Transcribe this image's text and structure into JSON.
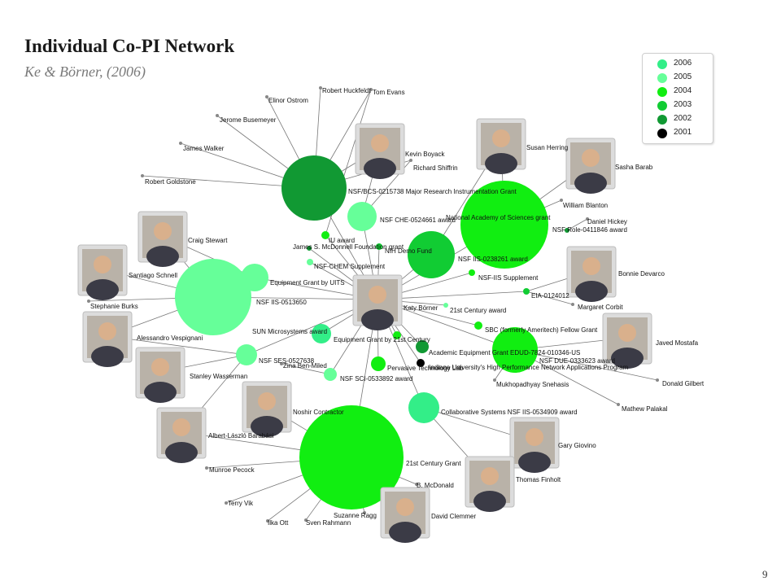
{
  "title": "Individual Co-PI Network",
  "subtitle": "Ke & Börner, (2006)",
  "page_number": "9",
  "legend": [
    {
      "year": "2006",
      "color": "#33ee88"
    },
    {
      "year": "2005",
      "color": "#66ff99"
    },
    {
      "year": "2004",
      "color": "#11ee11"
    },
    {
      "year": "2003",
      "color": "#11cc33"
    },
    {
      "year": "2002",
      "color": "#119933"
    },
    {
      "year": "2001",
      "color": "#000000"
    }
  ],
  "nodes": {
    "people": [
      "Elinor Ostrom",
      "Robert Huckfeldt",
      "Tom Evans",
      "Jerome Busemeyer",
      "James Walker",
      "Robert Goldstone",
      "Kevin Boyack",
      "Richard Shiffrin",
      "Susan Herring",
      "Sasha Barab",
      "William Blanton",
      "Daniel Hickey",
      "Craig Stewart",
      "Santiago Schnell",
      "Stephanie Burks",
      "Alessandro Vespignani",
      "Katy Börner",
      "Bonnie Devarco",
      "Margaret Corbit",
      "Javed Mostafa",
      "Stanley Wasserman",
      "Zina Ben-Miled",
      "Mukhopadhyay Snehasis",
      "Donald Gilbert",
      "Mathew Palakal",
      "Noshir Contractor",
      "Albert-László Barabási",
      "Gary Giovino",
      "Munroe Pecock",
      "Thomas Finholt",
      "B. McDonald",
      "Terry Vik",
      "Suzanne Ragg",
      "David Clemmer",
      "Ilka Ott",
      "Sven Rahmann"
    ],
    "grants": [
      "NSF/BCS-0215738 Major Research Instrumentation Grant",
      "NSF CHE-0524661 award",
      "National Academy of Sciences grant",
      "NSF Role-0411846 award",
      "IU award",
      "James S. McDonnell Foundation grant",
      "NIH Demo Fund",
      "NSF IIS-0238261 award",
      "NSF-CHEM Supplement",
      "NSF-IIS Supplement",
      "Equipment Grant by UITS",
      "EIA-0124012",
      "NSF IIS-0513650",
      "21st Century award",
      "SUN Microsystems award",
      "SBC (formerly Ameritech) Fellow Grant",
      "Equipment Grant by 21st Century",
      "Academic Equipment Grant EDUD-7824-010346-US",
      "NSF SES-0527638",
      "NSF DUE-0333623 award",
      "Pervasive Technology Lab",
      "Indiana University's High Performance Network Applications Program",
      "NSF SCI-0533892 award",
      "Collaborative Systems NSF IIS-0534909 award",
      "21st Century Grant"
    ]
  }
}
